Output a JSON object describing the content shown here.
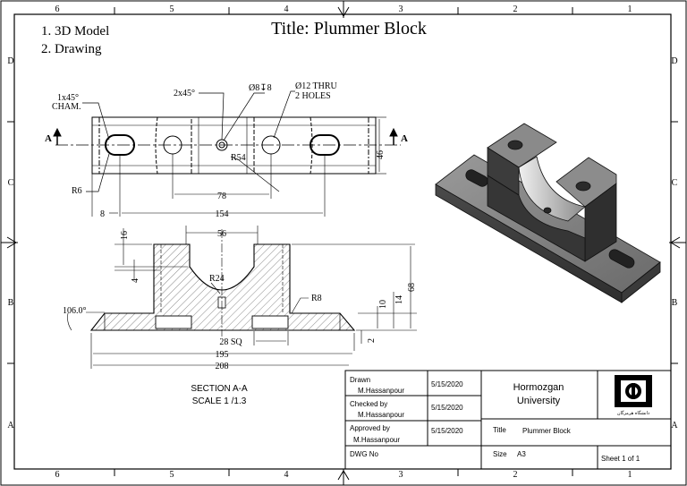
{
  "title": "Title: Plummer Block",
  "contents": [
    "1. 3D Model",
    "2. Drawing"
  ],
  "border": {
    "columns": [
      "6",
      "5",
      "4",
      "3",
      "2",
      "1"
    ],
    "rows": [
      "D",
      "C",
      "B",
      "A"
    ]
  },
  "top_view": {
    "section_marker": "A",
    "dims": {
      "cham1": "1x45°",
      "cham1_b": "CHAM.",
      "cham2": "2x45°",
      "hole_depth": "Ø8↧8",
      "thru_a": "Ø12 THRU",
      "thru_b": "2 HOLES",
      "r54": "R54",
      "r6": "R6",
      "d78": "78",
      "d154": "154",
      "d8": "8",
      "d46": "46"
    }
  },
  "section_view": {
    "dims": {
      "d56": "56",
      "d16": "16",
      "d4": "4",
      "r24": "R24",
      "r8": "R8",
      "d10": "10",
      "d14": "14",
      "d68": "68",
      "ang": "106.0°",
      "d2": "2",
      "d28": "28 SQ",
      "d195": "195",
      "d208": "208"
    },
    "caption": "SECTION A-A",
    "scale": "SCALE 1 /1.3"
  },
  "title_block": {
    "drawn_label": "Drawn",
    "drawn_by": "M.Hassanpour",
    "drawn_date": "5/15/2020",
    "checked_label": "Checked by",
    "checked_by": "M.Hassanpour",
    "checked_date": "5/15/2020",
    "approved_label": "Approved by",
    "approved_by": "M.Hassanpour",
    "approved_date": "5/15/2020",
    "dwg_label": "DWG No",
    "org_1": "Hormozgan",
    "org_2": "University",
    "title_label": "Title",
    "title_value": "Plummer Block",
    "size_label": "Size",
    "size_value": "A3",
    "sheet": "Sheet 1 of 1",
    "logo_caption": "دانشگاه هرمزگان"
  }
}
